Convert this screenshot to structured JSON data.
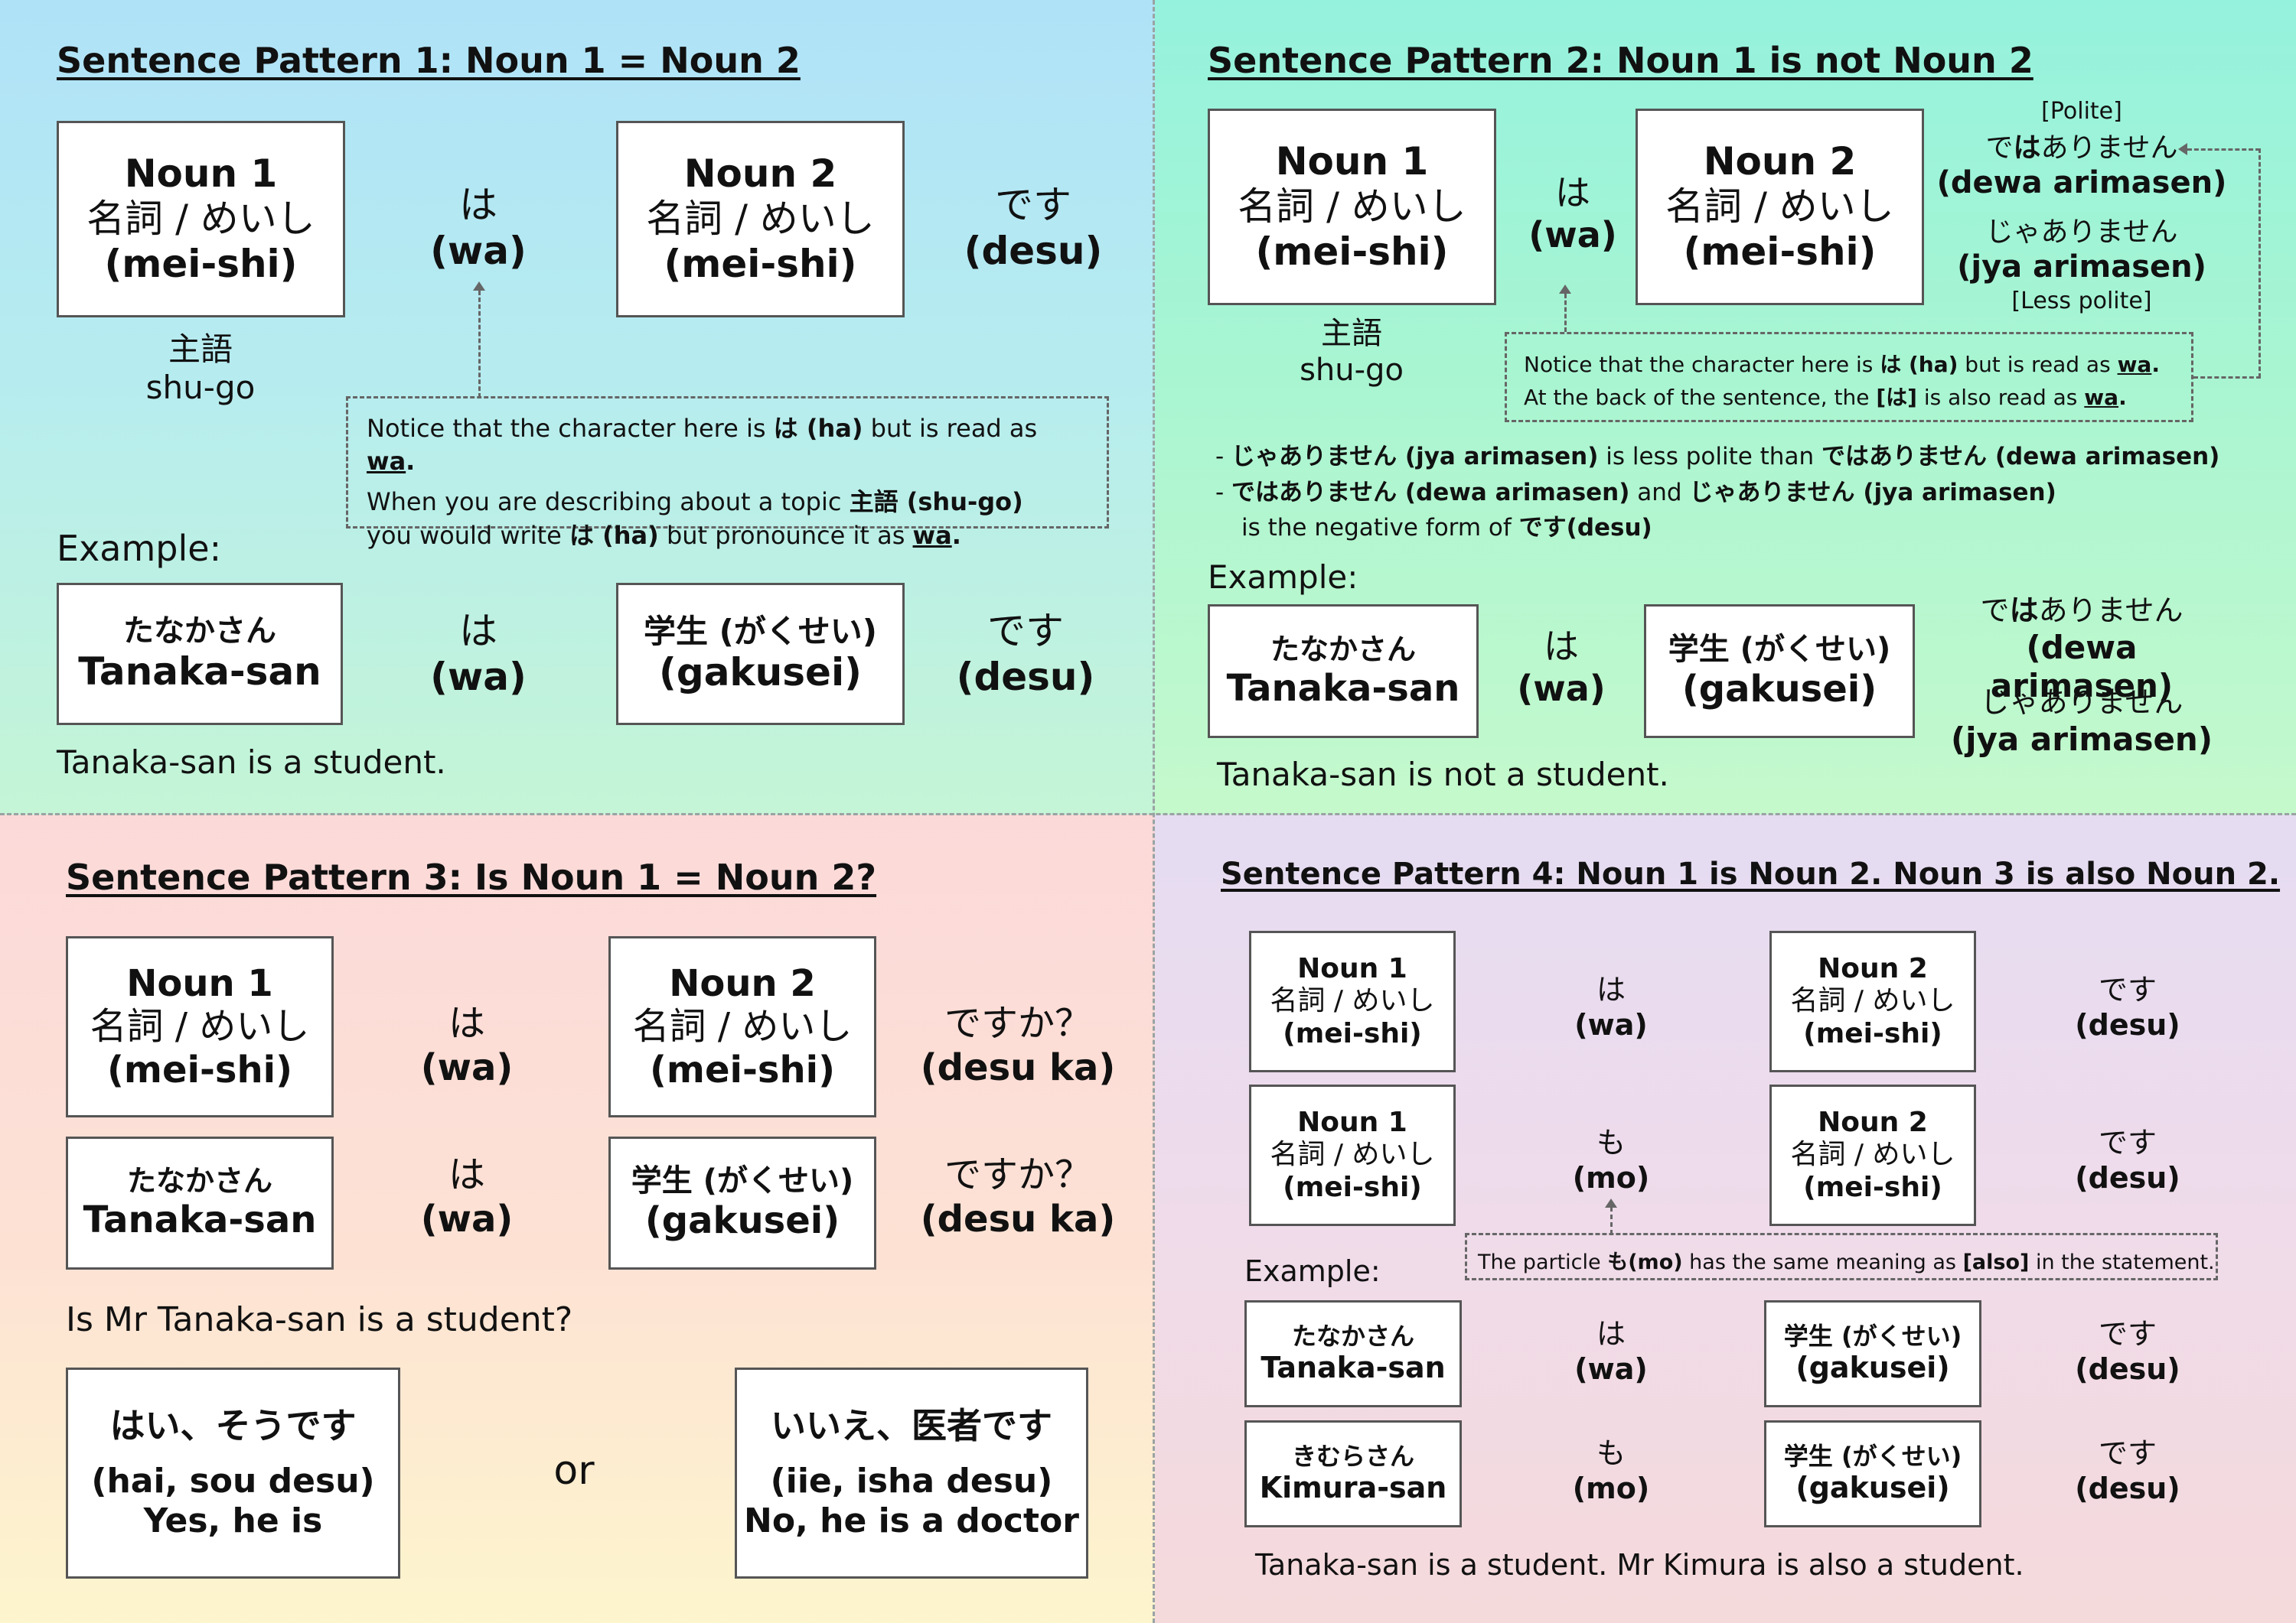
{
  "p1": {
    "title": "Sentence Pattern 1: Noun 1 = Noun 2",
    "n1": {
      "en": "Noun 1",
      "jp": "名詞 / めいし",
      "ro": "(mei-shi)"
    },
    "n2": {
      "en": "Noun 2",
      "jp": "名詞 / めいし",
      "ro": "(mei-shi)"
    },
    "wa_jp": "は",
    "wa_ro": "(wa)",
    "desu_jp": "です",
    "desu_ro": "(desu)",
    "subj_jp": "主語",
    "subj_ro": "shu-go",
    "note_l1_a": "Notice that the character here is ",
    "note_l1_b": "は (ha)",
    "note_l1_c": " but is read as ",
    "note_l1_d": "wa",
    "note_l1_e": ".",
    "note_l2_a": "When you are describing about a topic ",
    "note_l2_b": "主語 (shu-go)",
    "note_l3_a": "you would write ",
    "note_l3_b": "は (ha)",
    "note_l3_c": " but pronounce it as ",
    "note_l3_d": "wa",
    "note_l3_e": ".",
    "example_label": "Example:",
    "ex1": {
      "a": "たなかさん",
      "b": "Tanaka-san"
    },
    "ex2": {
      "a": "学生 (がくせい)",
      "b": "(gakusei)"
    },
    "ex_wa_jp": "は",
    "ex_wa_ro": "(wa)",
    "ex_desu_jp": "です",
    "ex_desu_ro": "(desu)",
    "sentence": "Tanaka-san is a student."
  },
  "p2": {
    "title": "Sentence Pattern 2: Noun 1 is not Noun 2",
    "n1": {
      "en": "Noun 1",
      "jp": "名詞 / めいし",
      "ro": "(mei-shi)"
    },
    "n2": {
      "en": "Noun 2",
      "jp": "名詞 / めいし",
      "ro": "(mei-shi)"
    },
    "wa_jp": "は",
    "wa_ro": "(wa)",
    "polite": "[Polite]",
    "dewa_a": "で",
    "dewa_b": "は",
    "dewa_c": "ありません",
    "dewa_ro": "(dewa arimasen)",
    "jya_jp": "じゃありません",
    "jya_ro": "(jya arimasen)",
    "less_polite": "[Less polite]",
    "subj_jp": "主語",
    "subj_ro": "shu-go",
    "note_l1_a": "Notice that the character here is ",
    "note_l1_b": "は (ha)",
    "note_l1_c": " but is read as ",
    "note_l1_d": "wa",
    "note_l1_e": ".",
    "note_l2_a": "At the back of the sentence, the ",
    "note_l2_b": "[は]",
    "note_l2_c": " is also read as ",
    "note_l2_d": "wa",
    "note_l2_e": ".",
    "b1_a": "- ",
    "b1_b": "じゃありません (jya arimasen)",
    "b1_c": " is less polite than ",
    "b1_d": "ではありません (dewa arimasen)",
    "b2_a": "- ",
    "b2_b": "ではありません (dewa arimasen)",
    "b2_c": " and ",
    "b2_d": "じゃありません (jya arimasen)",
    "b3_a": "is the negative form of ",
    "b3_b": "です(desu)",
    "example_label": "Example:",
    "ex1": {
      "a": "たなかさん",
      "b": "Tanaka-san"
    },
    "ex2": {
      "a": "学生 (がくせい)",
      "b": "(gakusei)"
    },
    "ex_wa_jp": "は",
    "ex_wa_ro": "(wa)",
    "ex_dewa_a": "で",
    "ex_dewa_b": "は",
    "ex_dewa_c": "ありません",
    "ex_dewa_ro": "(dewa arimasen)",
    "ex_jya_jp": "じゃありません",
    "ex_jya_ro": "(jya arimasen)",
    "sentence": "Tanaka-san is not a student."
  },
  "p3": {
    "title": "Sentence Pattern 3: Is Noun 1 = Noun 2?",
    "n1": {
      "en": "Noun 1",
      "jp": "名詞 / めいし",
      "ro": "(mei-shi)"
    },
    "n2": {
      "en": "Noun 2",
      "jp": "名詞 / めいし",
      "ro": "(mei-shi)"
    },
    "wa_jp": "は",
    "wa_ro": "(wa)",
    "desuka_jp": "ですか？",
    "desuka_ro": "(desu ka)",
    "ex1": {
      "a": "たなかさん",
      "b": "Tanaka-san"
    },
    "ex2": {
      "a": "学生 (がくせい)",
      "b": "(gakusei)"
    },
    "ex_wa_jp": "は",
    "ex_wa_ro": "(wa)",
    "ex_desuka_jp": "ですか？",
    "ex_desuka_ro": "(desu ka)",
    "question": "Is Mr Tanaka-san is a student?",
    "yes": {
      "jp": "はい、そうです",
      "ro": "(hai, sou desu)",
      "en": "Yes, he is"
    },
    "or": "or",
    "no": {
      "jp": "いいえ、医者です",
      "ro": "(iie, isha desu)",
      "en": "No, he is a doctor"
    }
  },
  "p4": {
    "title": "Sentence Pattern 4: Noun 1 is Noun 2. Noun 3 is also Noun 2.",
    "r1n1": {
      "en": "Noun 1",
      "jp": "名詞 / めいし",
      "ro": "(mei-shi)"
    },
    "r1n2": {
      "en": "Noun 2",
      "jp": "名詞 / めいし",
      "ro": "(mei-shi)"
    },
    "r2n1": {
      "en": "Noun 1",
      "jp": "名詞 / めいし",
      "ro": "(mei-shi)"
    },
    "r2n2": {
      "en": "Noun 2",
      "jp": "名詞 / めいし",
      "ro": "(mei-shi)"
    },
    "wa_jp": "は",
    "wa_ro": "(wa)",
    "mo_jp": "も",
    "mo_ro": "(mo)",
    "desu_jp": "です",
    "desu_ro": "(desu)",
    "note_a": "The particle ",
    "note_b": "も(mo)",
    "note_c": " has the same meaning as ",
    "note_d": "[also]",
    "note_e": " in the statement.",
    "example_label": "Example:",
    "ex1": {
      "a": "たなかさん",
      "b": "Tanaka-san"
    },
    "ex2": {
      "a": "学生 (がくせい)",
      "b": "(gakusei)"
    },
    "ex3": {
      "a": "きむらさん",
      "b": "Kimura-san"
    },
    "ex4": {
      "a": "学生 (がくせい)",
      "b": "(gakusei)"
    },
    "sentence": "Tanaka-san is a student. Mr Kimura is also a student."
  }
}
